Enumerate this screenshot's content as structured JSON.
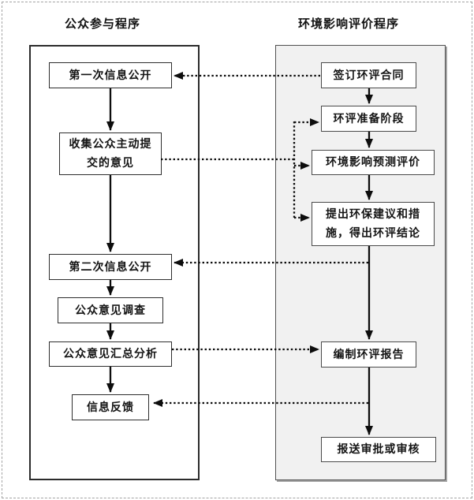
{
  "titles": {
    "left": "公众参与程序",
    "right": "环境影响评价程序"
  },
  "left_panel": {
    "boxes": [
      {
        "label": "第一次信息公开"
      },
      {
        "label": "收集公众主动提\n交的意见"
      },
      {
        "label": "第二次信息公开"
      },
      {
        "label": "公众意见调查"
      },
      {
        "label": "公众意见汇总分析"
      },
      {
        "label": "信息反馈"
      }
    ]
  },
  "right_panel": {
    "boxes": [
      {
        "label": "签订环评合同"
      },
      {
        "label": "环评准备阶段"
      },
      {
        "label": "环境影响预测评价"
      },
      {
        "label": "提出环保建议和措\n施，得出环评结论"
      },
      {
        "label": "编制环评报告"
      },
      {
        "label": "报送审批或审核"
      }
    ]
  },
  "colors": {
    "right_panel_fill": "#f1f1f1",
    "box_fill": "#ffffff",
    "line": "#0d0d0d",
    "page_border": "#a3a3a3"
  }
}
